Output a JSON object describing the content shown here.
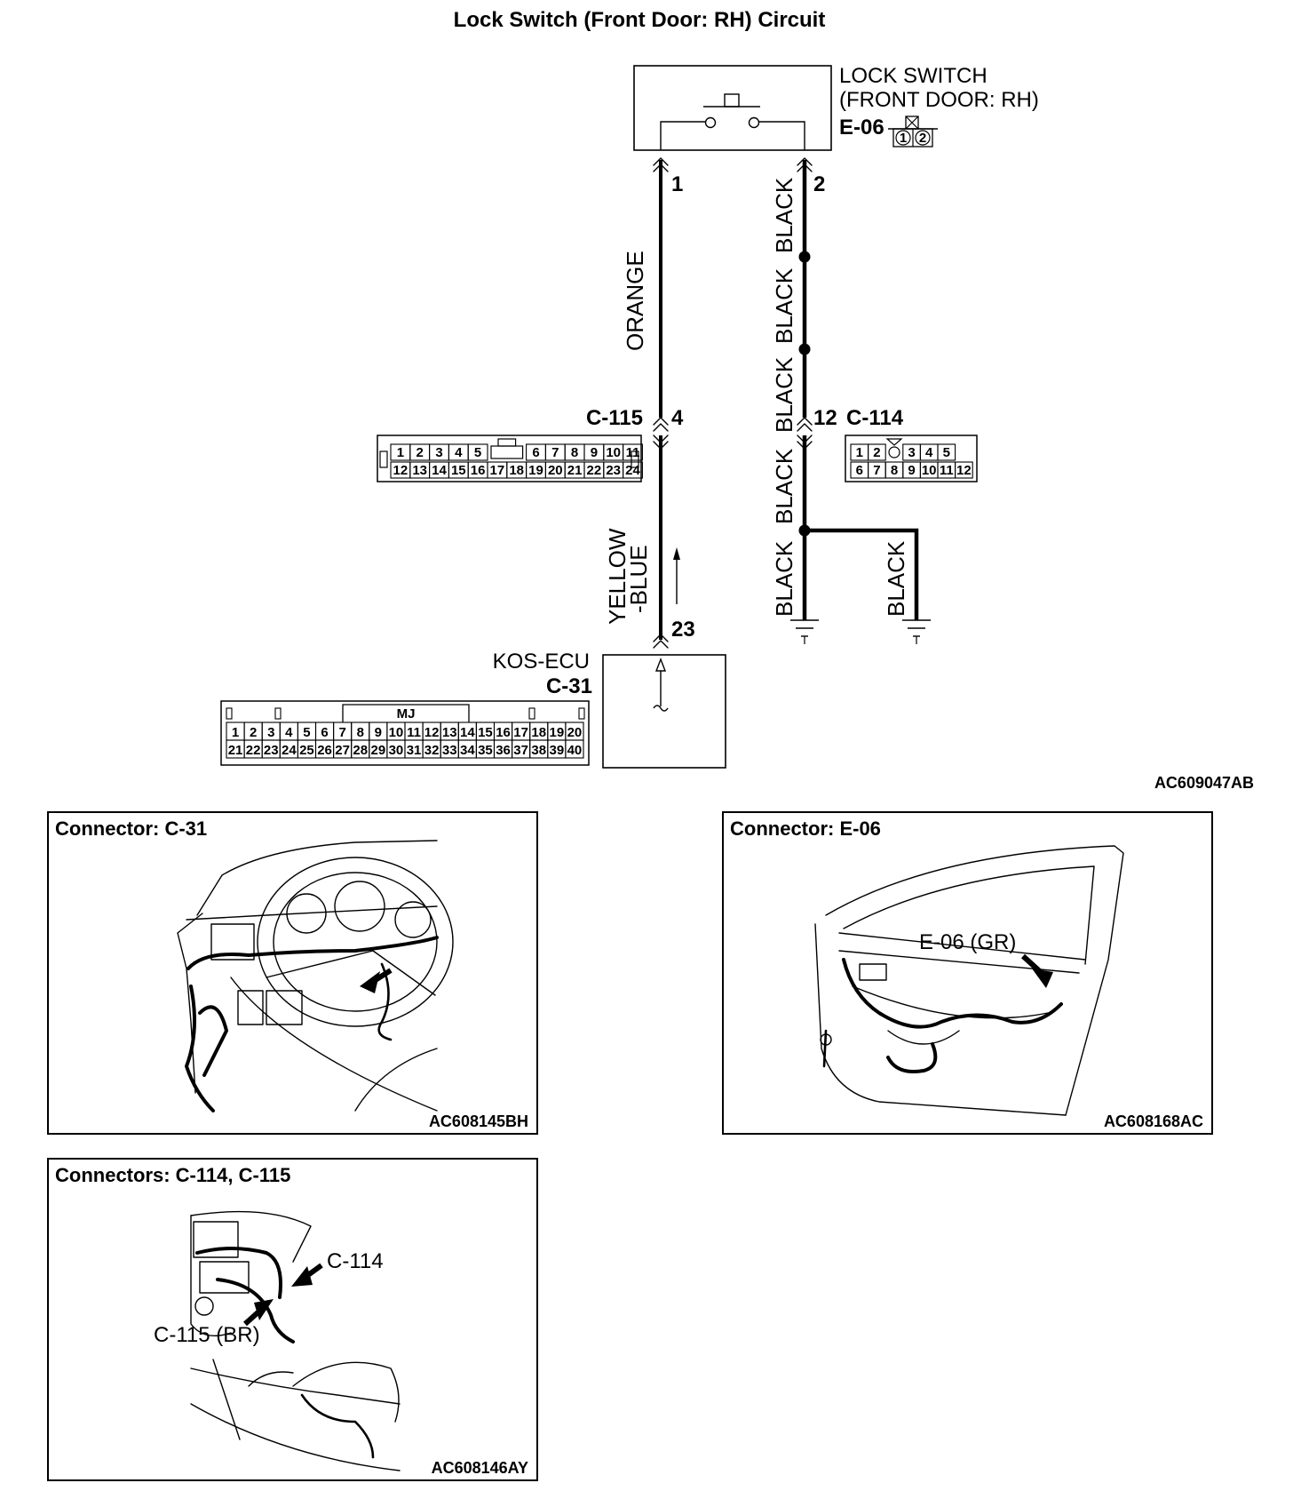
{
  "title": "Lock Switch (Front Door: RH) Circuit",
  "components": {
    "lock_switch": {
      "line1": "LOCK SWITCH",
      "line2": "(FRONT DOOR: RH)",
      "connector": "E-06"
    },
    "kos_ecu": {
      "name": "KOS-ECU",
      "connector": "C-31",
      "mark": "MJ"
    },
    "c115": {
      "id": "C-115"
    },
    "c114": {
      "id": "C-114"
    }
  },
  "pins": {
    "e06_left": "1",
    "e06_right": "2",
    "c115": "4",
    "c114": "12",
    "c31": "23"
  },
  "e06_pins": [
    "1",
    "2"
  ],
  "wires": {
    "orange": "ORANGE",
    "yellow_line1": "YELLOW",
    "yellow_line2": "-BLUE",
    "black": "BLACK"
  },
  "c115_pins": {
    "top": [
      "1",
      "2",
      "3",
      "4",
      "5",
      "6",
      "7",
      "8",
      "9",
      "10",
      "11"
    ],
    "bottom": [
      "12",
      "13",
      "14",
      "15",
      "16",
      "17",
      "18",
      "19",
      "20",
      "21",
      "22",
      "23",
      "24"
    ]
  },
  "c114_pins": {
    "top": [
      "1",
      "2",
      "3",
      "4",
      "5"
    ],
    "bottom": [
      "6",
      "7",
      "8",
      "9",
      "10",
      "11",
      "12"
    ]
  },
  "c31_pins": {
    "top": [
      "1",
      "2",
      "3",
      "4",
      "5",
      "6",
      "7",
      "8",
      "9",
      "10",
      "11",
      "12",
      "13",
      "14",
      "15",
      "16",
      "17",
      "18",
      "19",
      "20"
    ],
    "bottom": [
      "21",
      "22",
      "23",
      "24",
      "25",
      "26",
      "27",
      "28",
      "29",
      "30",
      "31",
      "32",
      "33",
      "34",
      "35",
      "36",
      "37",
      "38",
      "39",
      "40"
    ]
  },
  "diagram_ref": "AC609047AB",
  "panels": {
    "c31": {
      "title": "Connector: C-31",
      "ref": "AC608145BH"
    },
    "e06": {
      "title": "Connector: E-06",
      "ref": "AC608168AC",
      "callout": "E-06 (GR)"
    },
    "c114_c115": {
      "title": "Connectors: C-114, C-115",
      "ref": "AC608146AY",
      "callout_c114": "C-114",
      "callout_c115": "C-115 (BR)"
    }
  }
}
